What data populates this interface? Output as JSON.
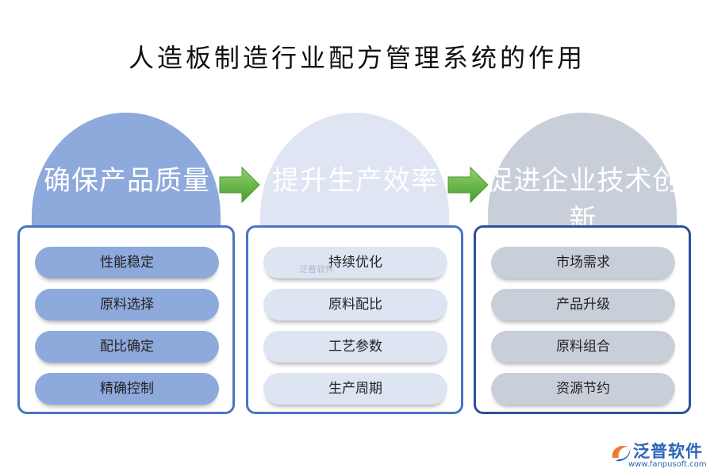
{
  "title": "人造板制造行业配方管理系统的作用",
  "columns": [
    {
      "heading": "确保产品质量",
      "dome_color": "#8ea9dc",
      "border_color": "#4a74c4",
      "pill_color": "#8ea9dc",
      "items": [
        "性能稳定",
        "原料选择",
        "配比确定",
        "精确控制"
      ]
    },
    {
      "heading": "提升生产效率",
      "dome_color": "#dfe5f3",
      "border_color": "#4a74c4",
      "pill_color": "#dde4f2",
      "items": [
        "持续优化",
        "原料配比",
        "工艺参数",
        "生产周期"
      ]
    },
    {
      "heading": "促进企业技术创新",
      "dome_color": "#c9cfd9",
      "border_color": "#2e4f9a",
      "pill_color": "#c9cfd9",
      "items": [
        "市场需求",
        "产品升级",
        "原料组合",
        "资源节约"
      ]
    }
  ],
  "arrow_color": "#5cb040",
  "watermark": "泛普软件",
  "logo": {
    "name": "泛普软件",
    "url": "www.fanpusoft.com",
    "color": "#2b63b8"
  }
}
